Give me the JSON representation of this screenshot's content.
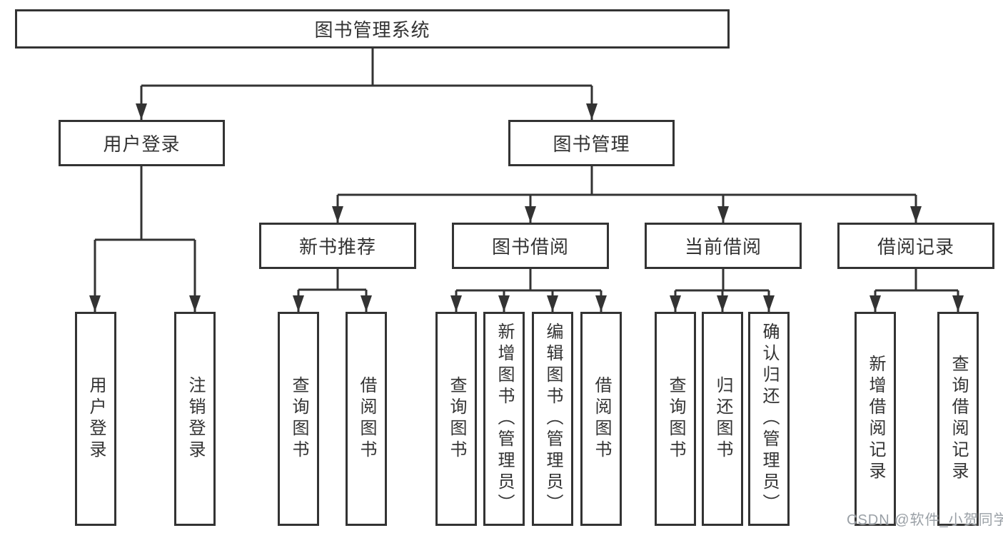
{
  "diagram": {
    "watermark": "CSDN @软件_小贺同学",
    "colors": {
      "line": "#333333",
      "text": "#333333",
      "watermark": "#9aa0a6",
      "background": "#ffffff"
    },
    "tree": {
      "label": "图书管理系统",
      "children": [
        {
          "label": "用户登录",
          "children": [
            {
              "label": "用户登录"
            },
            {
              "label": "注销登录"
            }
          ]
        },
        {
          "label": "图书管理",
          "children": [
            {
              "label": "新书推荐",
              "children": [
                {
                  "label": "查询图书"
                },
                {
                  "label": "借阅图书"
                }
              ]
            },
            {
              "label": "图书借阅",
              "children": [
                {
                  "label": "查询图书"
                },
                {
                  "label": "新增图书（管理员）"
                },
                {
                  "label": "编辑图书（管理员）"
                },
                {
                  "label": "借阅图书"
                }
              ]
            },
            {
              "label": "当前借阅",
              "children": [
                {
                  "label": "查询图书"
                },
                {
                  "label": "归还图书"
                },
                {
                  "label": "确认归还（管理员）"
                }
              ]
            },
            {
              "label": "借阅记录",
              "children": [
                {
                  "label": "新增借阅记录"
                },
                {
                  "label": "查询借阅记录"
                }
              ]
            }
          ]
        }
      ]
    }
  }
}
